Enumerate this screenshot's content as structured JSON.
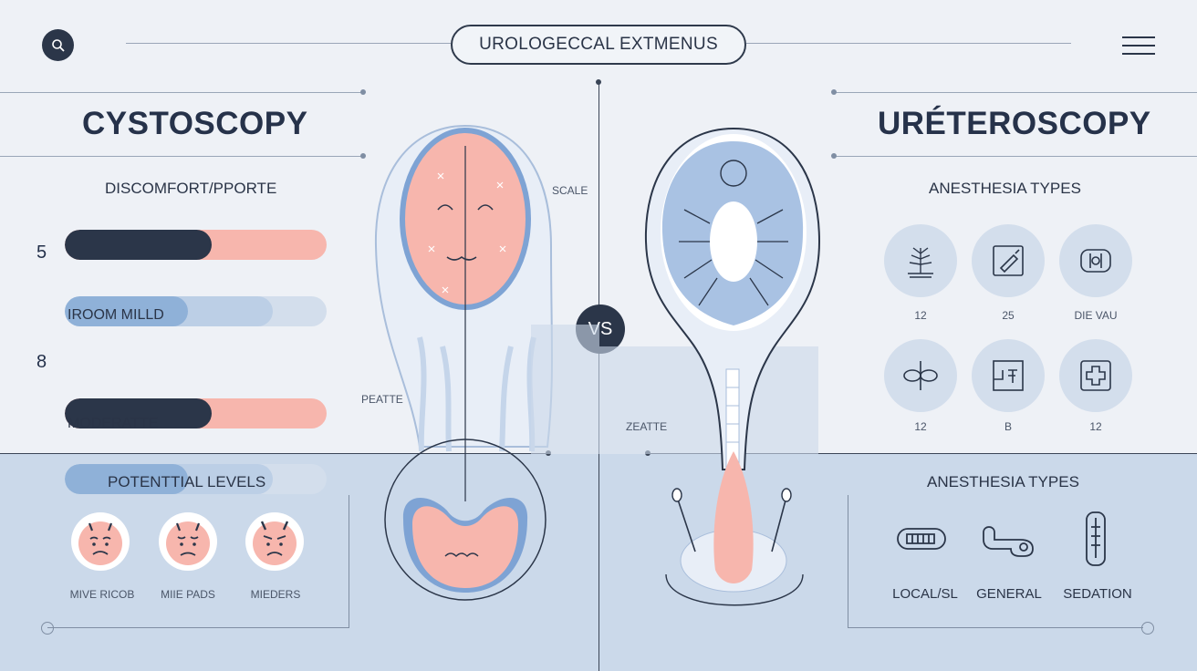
{
  "header": {
    "title": "UROLOGECCAL EXTMENUS"
  },
  "left": {
    "title": "CYSTOSCOPY",
    "discomfort_label": "DISCOMFORT/PPORTE",
    "scale_rows": [
      {
        "number": "5",
        "caption": "IROOM MILLD"
      },
      {
        "number": "8",
        "caption": "MODERATTE"
      }
    ],
    "potential_label": "POTENTTIAL LEVELS",
    "faces": [
      {
        "label": "MIVE RICOB"
      },
      {
        "label": "MIIE PADS"
      },
      {
        "label": "MIEDERS"
      }
    ]
  },
  "center": {
    "scale_label": "SCALE",
    "left_label": "PEATTE",
    "right_label": "ZEATTE",
    "vs_label": "VS"
  },
  "right": {
    "title": "URÉTEROSCOPY",
    "anesthesia_label_top": "ANESTHESIA TYPES",
    "anesthesia_icons": [
      {
        "label": "12"
      },
      {
        "label": "25"
      },
      {
        "label": "DIE VAU"
      },
      {
        "label": "12"
      },
      {
        "label": "B"
      },
      {
        "label": "12"
      }
    ],
    "anesthesia_label_bottom": "ANESTHESIA TYPES",
    "anesthesia_types": [
      {
        "label": "LOCAL/SL"
      },
      {
        "label": "GENERAL"
      },
      {
        "label": "SEDATION"
      }
    ]
  },
  "colors": {
    "navy": "#2b3649",
    "pink": "#f7b6ad",
    "blue": "#8fb1d8",
    "light_blue": "#cbd9ea"
  }
}
